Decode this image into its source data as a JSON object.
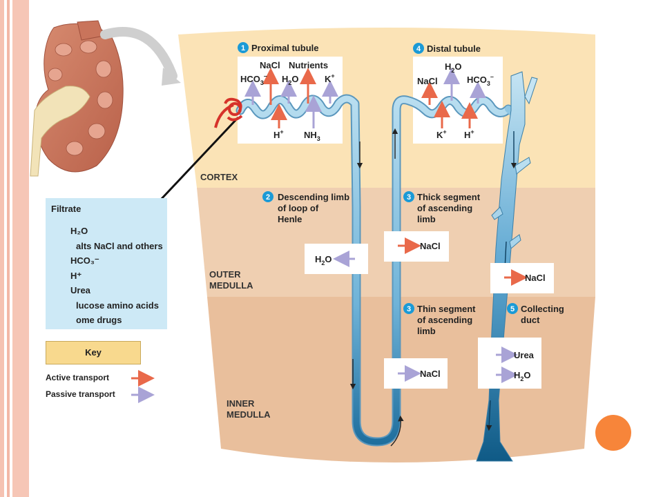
{
  "diagram": {
    "segments": {
      "proximal": {
        "num": "1",
        "title": "Proximal tubule"
      },
      "descending": {
        "num": "2",
        "line1": "Descending limb",
        "line2": "of loop of",
        "line3": "Henle"
      },
      "thick": {
        "num": "3",
        "line1": "Thick segment",
        "line2": "of ascending",
        "line3": "limb"
      },
      "thin": {
        "num": "3",
        "line1": "Thin segment",
        "line2": "of ascending",
        "line3": "limb"
      },
      "distal": {
        "num": "4",
        "title": "Distal tubule"
      },
      "collecting": {
        "num": "5",
        "line1": "Collecting",
        "line2": "duct"
      }
    },
    "zones": {
      "cortex": "CORTEX",
      "outer1": "OUTER",
      "outer2": "MEDULLA",
      "inner1": "INNER",
      "inner2": "MEDULLA"
    },
    "proximal_labels": {
      "hco3": "HCO",
      "hco3_sub": "3",
      "hco3_sup": "–",
      "nacl": "NaCl",
      "h2o": "H",
      "h2o_sub": "2",
      "h2o_o": "O",
      "nutrients": "Nutrients",
      "k": "K",
      "k_sup": "+",
      "h": "H",
      "h_sup": "+",
      "nh3": "NH",
      "nh3_sub": "3"
    },
    "distal_labels": {
      "h2o": "H",
      "h2o_sub": "2",
      "h2o_o": "O",
      "nacl": "NaCl",
      "hco3": "HCO",
      "hco3_sub": "3",
      "hco3_sup": "–",
      "k": "K",
      "k_sup": "+",
      "h": "H",
      "h_sup": "+"
    },
    "boxes": {
      "descending_h2o": "H",
      "descending_h2o_sub": "2",
      "descending_h2o_o": "O",
      "thick_nacl": "NaCl",
      "collecting_nacl": "NaCl",
      "thin_nacl": "NaCl",
      "urea": "Urea",
      "collecting_h2o": "H",
      "collecting_h2o_sub": "2",
      "collecting_h2o_o": "O"
    },
    "filtrate": {
      "title": "Filtrate",
      "items": [
        "H₂O",
        "alts  NaCl and others",
        "HCO₃⁻",
        "H⁺",
        "Urea",
        "lucose  amino acids",
        "ome drugs"
      ]
    },
    "key": {
      "title": "Key",
      "active": "Active transport",
      "passive": "Passive transport"
    },
    "colors": {
      "active": "#e9694a",
      "passive": "#a9a3d6",
      "cortex": "#fbe3b6",
      "outer_medulla": "#efcfb1",
      "inner_medulla": "#e9bf9c",
      "tubule": "#8fc6e3",
      "number_badge": "#1b9ad6"
    }
  }
}
